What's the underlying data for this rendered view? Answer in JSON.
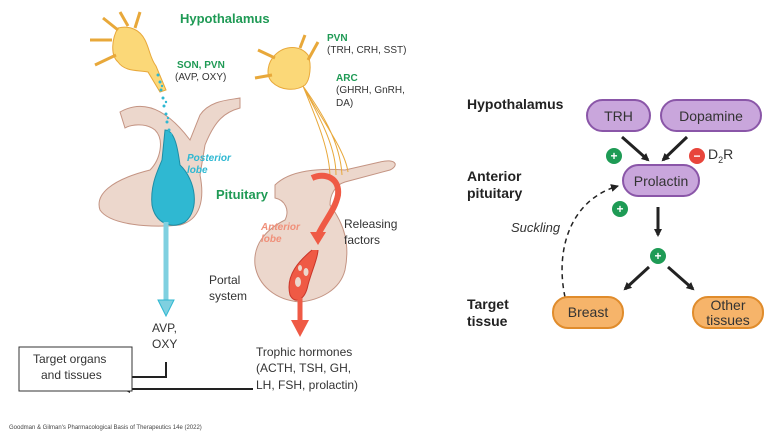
{
  "left_panel": {
    "hypothalamus_label": "Hypothalamus",
    "son_pvn_label": "SON, PVN",
    "son_pvn_hormones": "(AVP, OXY)",
    "pvn_label": "PVN",
    "pvn_hormones": "(TRH, CRH, SST)",
    "arc_label": "ARC",
    "arc_hormones_line1": "(GHRH, GnRH,",
    "arc_hormones_line2": "DA)",
    "posterior_lobe_line1": "Posterior",
    "posterior_lobe_line2": "lobe",
    "pituitary_label": "Pituitary",
    "anterior_lobe_line1": "Anterior",
    "anterior_lobe_line2": "lobe",
    "releasing_factors_line1": "Releasing",
    "releasing_factors_line2": "factors",
    "portal_system_line1": "Portal",
    "portal_system_line2": "system",
    "avp_oxy_line1": "AVP,",
    "avp_oxy_line2": "OXY",
    "target_box_line1": "Target organs",
    "target_box_line2": "and tissues",
    "trophic_line1": "Trophic hormones",
    "trophic_line2": "(ACTH, TSH, GH,",
    "trophic_line3": "LH, FSH, prolactin)"
  },
  "right_panel": {
    "row_labels": {
      "hypothalamus": "Hypothalamus",
      "anterior_line1": "Anterior",
      "anterior_line2": "pituitary",
      "target_line1": "Target",
      "target_line2": "tissue"
    },
    "nodes": {
      "trh": "TRH",
      "dopamine": "Dopamine",
      "prolactin": "Prolactin",
      "breast": "Breast",
      "other_line1": "Other",
      "other_line2": "tissues"
    },
    "receptor_label": "D",
    "receptor_sub": "2",
    "receptor_suffix": "R",
    "suckling_label": "Suckling",
    "plus_sign": "+",
    "minus_sign": "−"
  },
  "colors": {
    "green_label": "#1f9a55",
    "posterior_blue": "#2fb8d2",
    "anterior_red": "#ef5a45",
    "neuron_yellow": "#fbd878",
    "tissue_beige": "#ecd7cc",
    "purple_node": "#c9a6dc",
    "orange_node": "#f6b46a"
  },
  "footer": {
    "citation": "Goodman & Gilman's Pharmacological Basis of Therapeutics 14e (2022)"
  }
}
